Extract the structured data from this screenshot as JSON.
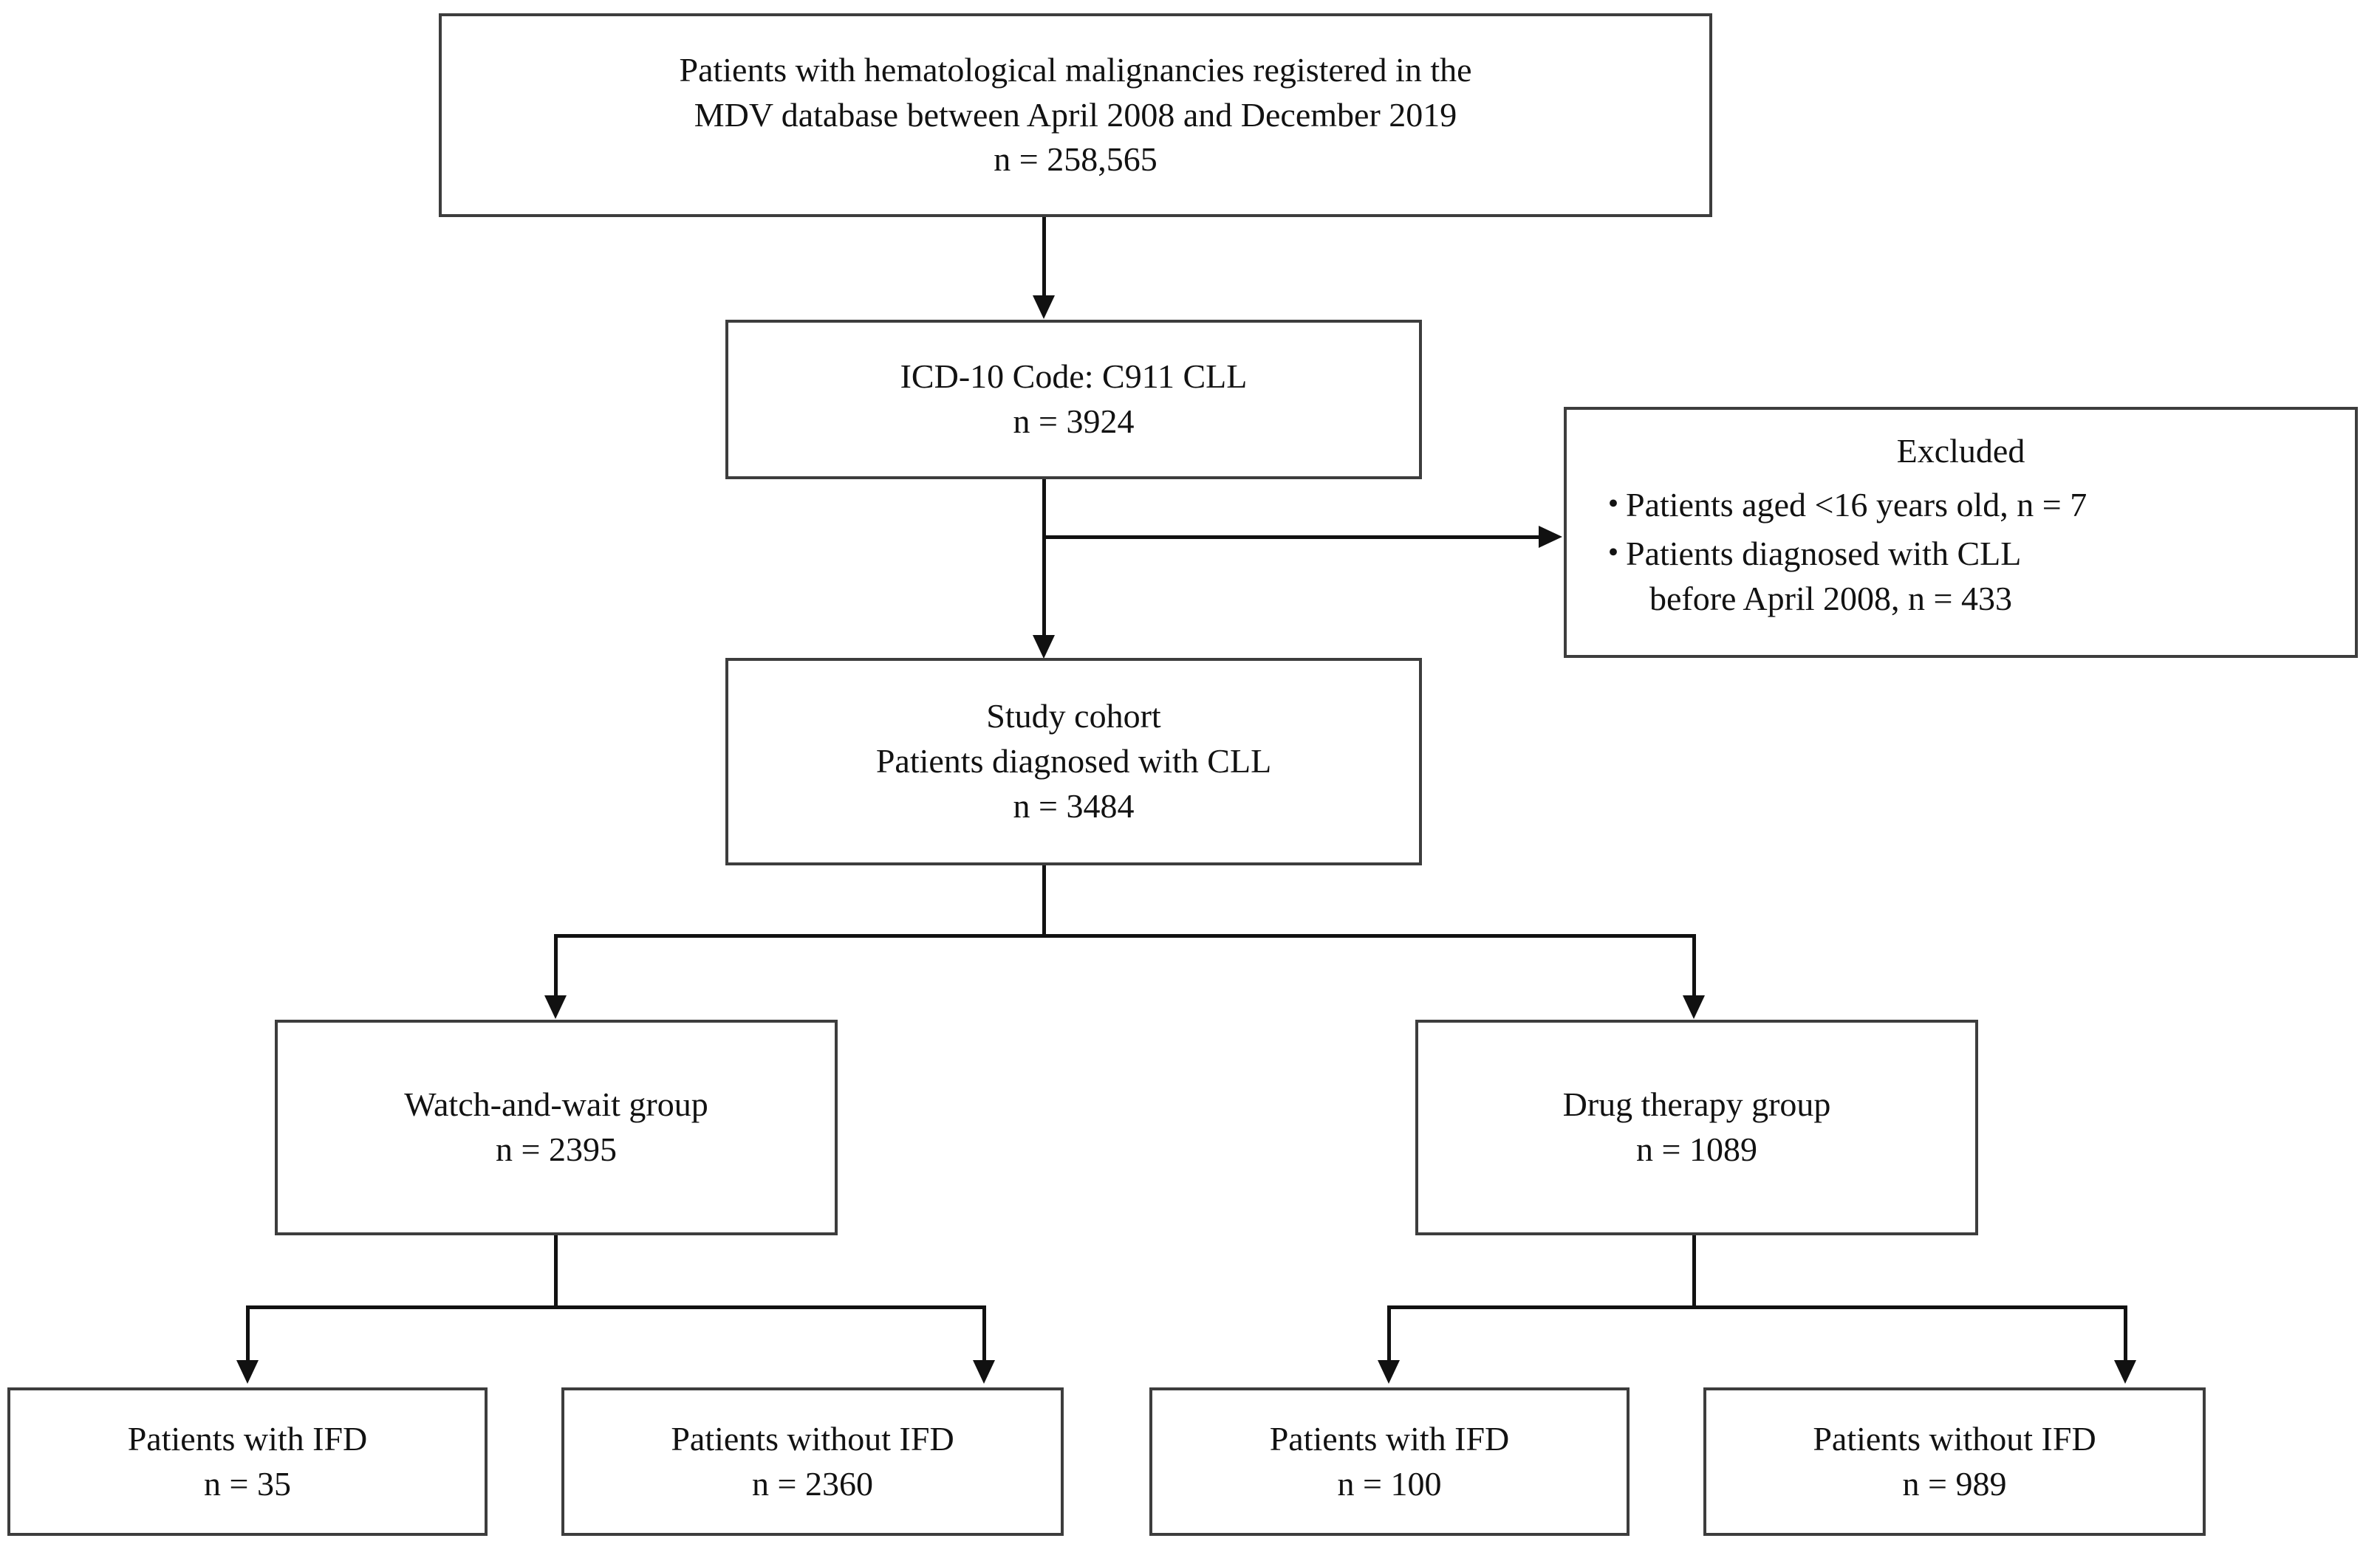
{
  "figure": {
    "type": "flowchart",
    "title": "CLL patient selection flow diagram",
    "orientation": "top-down"
  },
  "nodes": {
    "source": {
      "id": "source",
      "lines": [
        "Patients with hematological malignancies registered in the",
        "MDV database between April 2008 and December 2019",
        "n = 258,565"
      ],
      "n_label": "n = 258,565",
      "n_value": 258565
    },
    "icd": {
      "id": "icd",
      "lines": [
        "ICD-10 Code: C911 CLL",
        "n = 3924"
      ],
      "n_label": "n = 3924",
      "n_value": 3924
    },
    "excluded": {
      "id": "excluded",
      "title": "Excluded",
      "bullet_glyph": "・",
      "items": [
        {
          "text": "Patients aged <16 years old, n = 7",
          "n_value": 7
        },
        {
          "text": "Patients diagnosed with CLL",
          "sub": "before April 2008, n = 433",
          "n_value": 433
        }
      ]
    },
    "cohort": {
      "id": "cohort",
      "lines": [
        "Study cohort",
        "Patients diagnosed with CLL",
        "n = 3484"
      ],
      "n_label": "n = 3484",
      "n_value": 3484
    },
    "watch_wait": {
      "id": "watch-and-wait-group",
      "lines": [
        "Watch-and-wait group",
        "n = 2395"
      ],
      "n_label": "n = 2395",
      "n_value": 2395
    },
    "drug_therapy": {
      "id": "drug-therapy-group",
      "lines": [
        "Drug therapy group",
        "n = 1089"
      ],
      "n_label": "n = 1089",
      "n_value": 1089
    },
    "ww_ifd": {
      "id": "ww-patients-with-ifd",
      "lines": [
        "Patients with IFD",
        "n = 35"
      ],
      "n_label": "n = 35",
      "n_value": 35
    },
    "ww_no_ifd": {
      "id": "ww-patients-without-ifd",
      "lines": [
        "Patients without IFD",
        "n = 2360"
      ],
      "n_label": "n = 2360",
      "n_value": 2360
    },
    "dt_ifd": {
      "id": "dt-patients-with-ifd",
      "lines": [
        "Patients with IFD",
        "n = 100"
      ],
      "n_label": "n = 100",
      "n_value": 100
    },
    "dt_no_ifd": {
      "id": "dt-patients-without-ifd",
      "lines": [
        "Patients without IFD",
        "n = 989"
      ],
      "n_label": "n = 989",
      "n_value": 989
    }
  },
  "edges": [
    {
      "from": "source",
      "to": "icd",
      "style": "arrow-down"
    },
    {
      "from": "icd",
      "to": "excluded",
      "style": "arrow-right"
    },
    {
      "from": "icd",
      "to": "cohort",
      "style": "arrow-down"
    },
    {
      "from": "cohort",
      "to": "watch_wait",
      "style": "arrow-down-split"
    },
    {
      "from": "cohort",
      "to": "drug_therapy",
      "style": "arrow-down-split"
    },
    {
      "from": "watch_wait",
      "to": "ww_ifd",
      "style": "arrow-down-split"
    },
    {
      "from": "watch_wait",
      "to": "ww_no_ifd",
      "style": "arrow-down-split"
    },
    {
      "from": "drug_therapy",
      "to": "dt_ifd",
      "style": "arrow-down-split"
    },
    {
      "from": "drug_therapy",
      "to": "dt_no_ifd",
      "style": "arrow-down-split"
    }
  ],
  "colors": {
    "box_border": "#3d3d3d",
    "connector": "#111111",
    "text": "#121212",
    "background": "#ffffff"
  }
}
